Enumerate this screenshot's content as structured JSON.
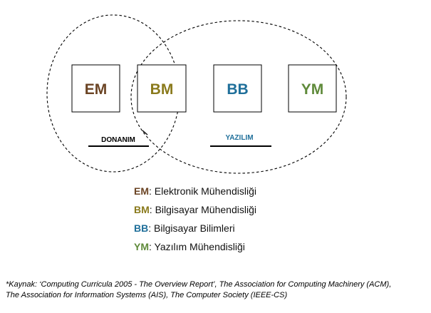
{
  "colors": {
    "EM": "#6b4424",
    "BM": "#8a7a1c",
    "BB": "#1f6f9a",
    "YM": "#5f8a3a",
    "hardware_label": "#000000",
    "software_label": "#1f6f9a"
  },
  "boxes": [
    {
      "id": "EM",
      "label": "EM"
    },
    {
      "id": "BM",
      "label": "BM"
    },
    {
      "id": "BB",
      "label": "BB"
    },
    {
      "id": "YM",
      "label": "YM"
    }
  ],
  "groups": {
    "hardware": {
      "label": "DONANIM"
    },
    "software": {
      "label": "YAZILIM"
    }
  },
  "legend": [
    {
      "abbr": "EM",
      "separator": ": ",
      "text": "Elektronik  Mühendisliği"
    },
    {
      "abbr": "BM",
      "separator": ": ",
      "text": "Bilgisayar Mühendisliği"
    },
    {
      "abbr": "BB",
      "separator": ": ",
      "text": "Bilgisayar Bilimleri"
    },
    {
      "abbr": "YM",
      "separator": ": ",
      "text": "Yazılım  Mühendisliği"
    }
  ],
  "source_note": {
    "line1": "*Kaynak: ‘Computing Curricula 2005 - The Overview Report’,  The Association for Computing Machinery (ACM),",
    "line2": "The Association for Information Systems (AIS), The Computer Society (IEEE-CS)"
  }
}
